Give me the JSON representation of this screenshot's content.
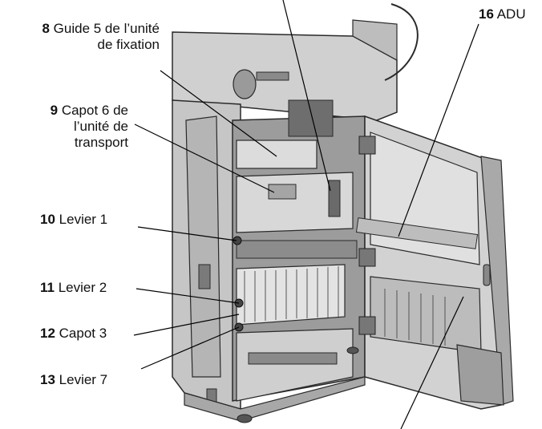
{
  "callouts": [
    {
      "id": "8",
      "num": "8",
      "lines": [
        "Guide 5 de l’unité",
        "de fixation"
      ]
    },
    {
      "id": "9",
      "num": "9",
      "lines": [
        "Capot 6 de",
        "l’unité de",
        "transport"
      ]
    },
    {
      "id": "10",
      "num": "10",
      "lines": [
        "Levier 1"
      ]
    },
    {
      "id": "11",
      "num": "11",
      "lines": [
        "Levier 2"
      ]
    },
    {
      "id": "12",
      "num": "12",
      "lines": [
        "Capot 3"
      ]
    },
    {
      "id": "13",
      "num": "13",
      "lines": [
        "Levier 7"
      ]
    },
    {
      "id": "16",
      "num": "16",
      "lines": [
        "ADU"
      ]
    }
  ],
  "colors": {
    "machine_body": "#c9c9c9",
    "machine_dark": "#7a7a7a",
    "machine_light": "#e6e6e6",
    "door": "#d4d4d4",
    "outline": "#2a2a2a",
    "leader": "#000000"
  }
}
